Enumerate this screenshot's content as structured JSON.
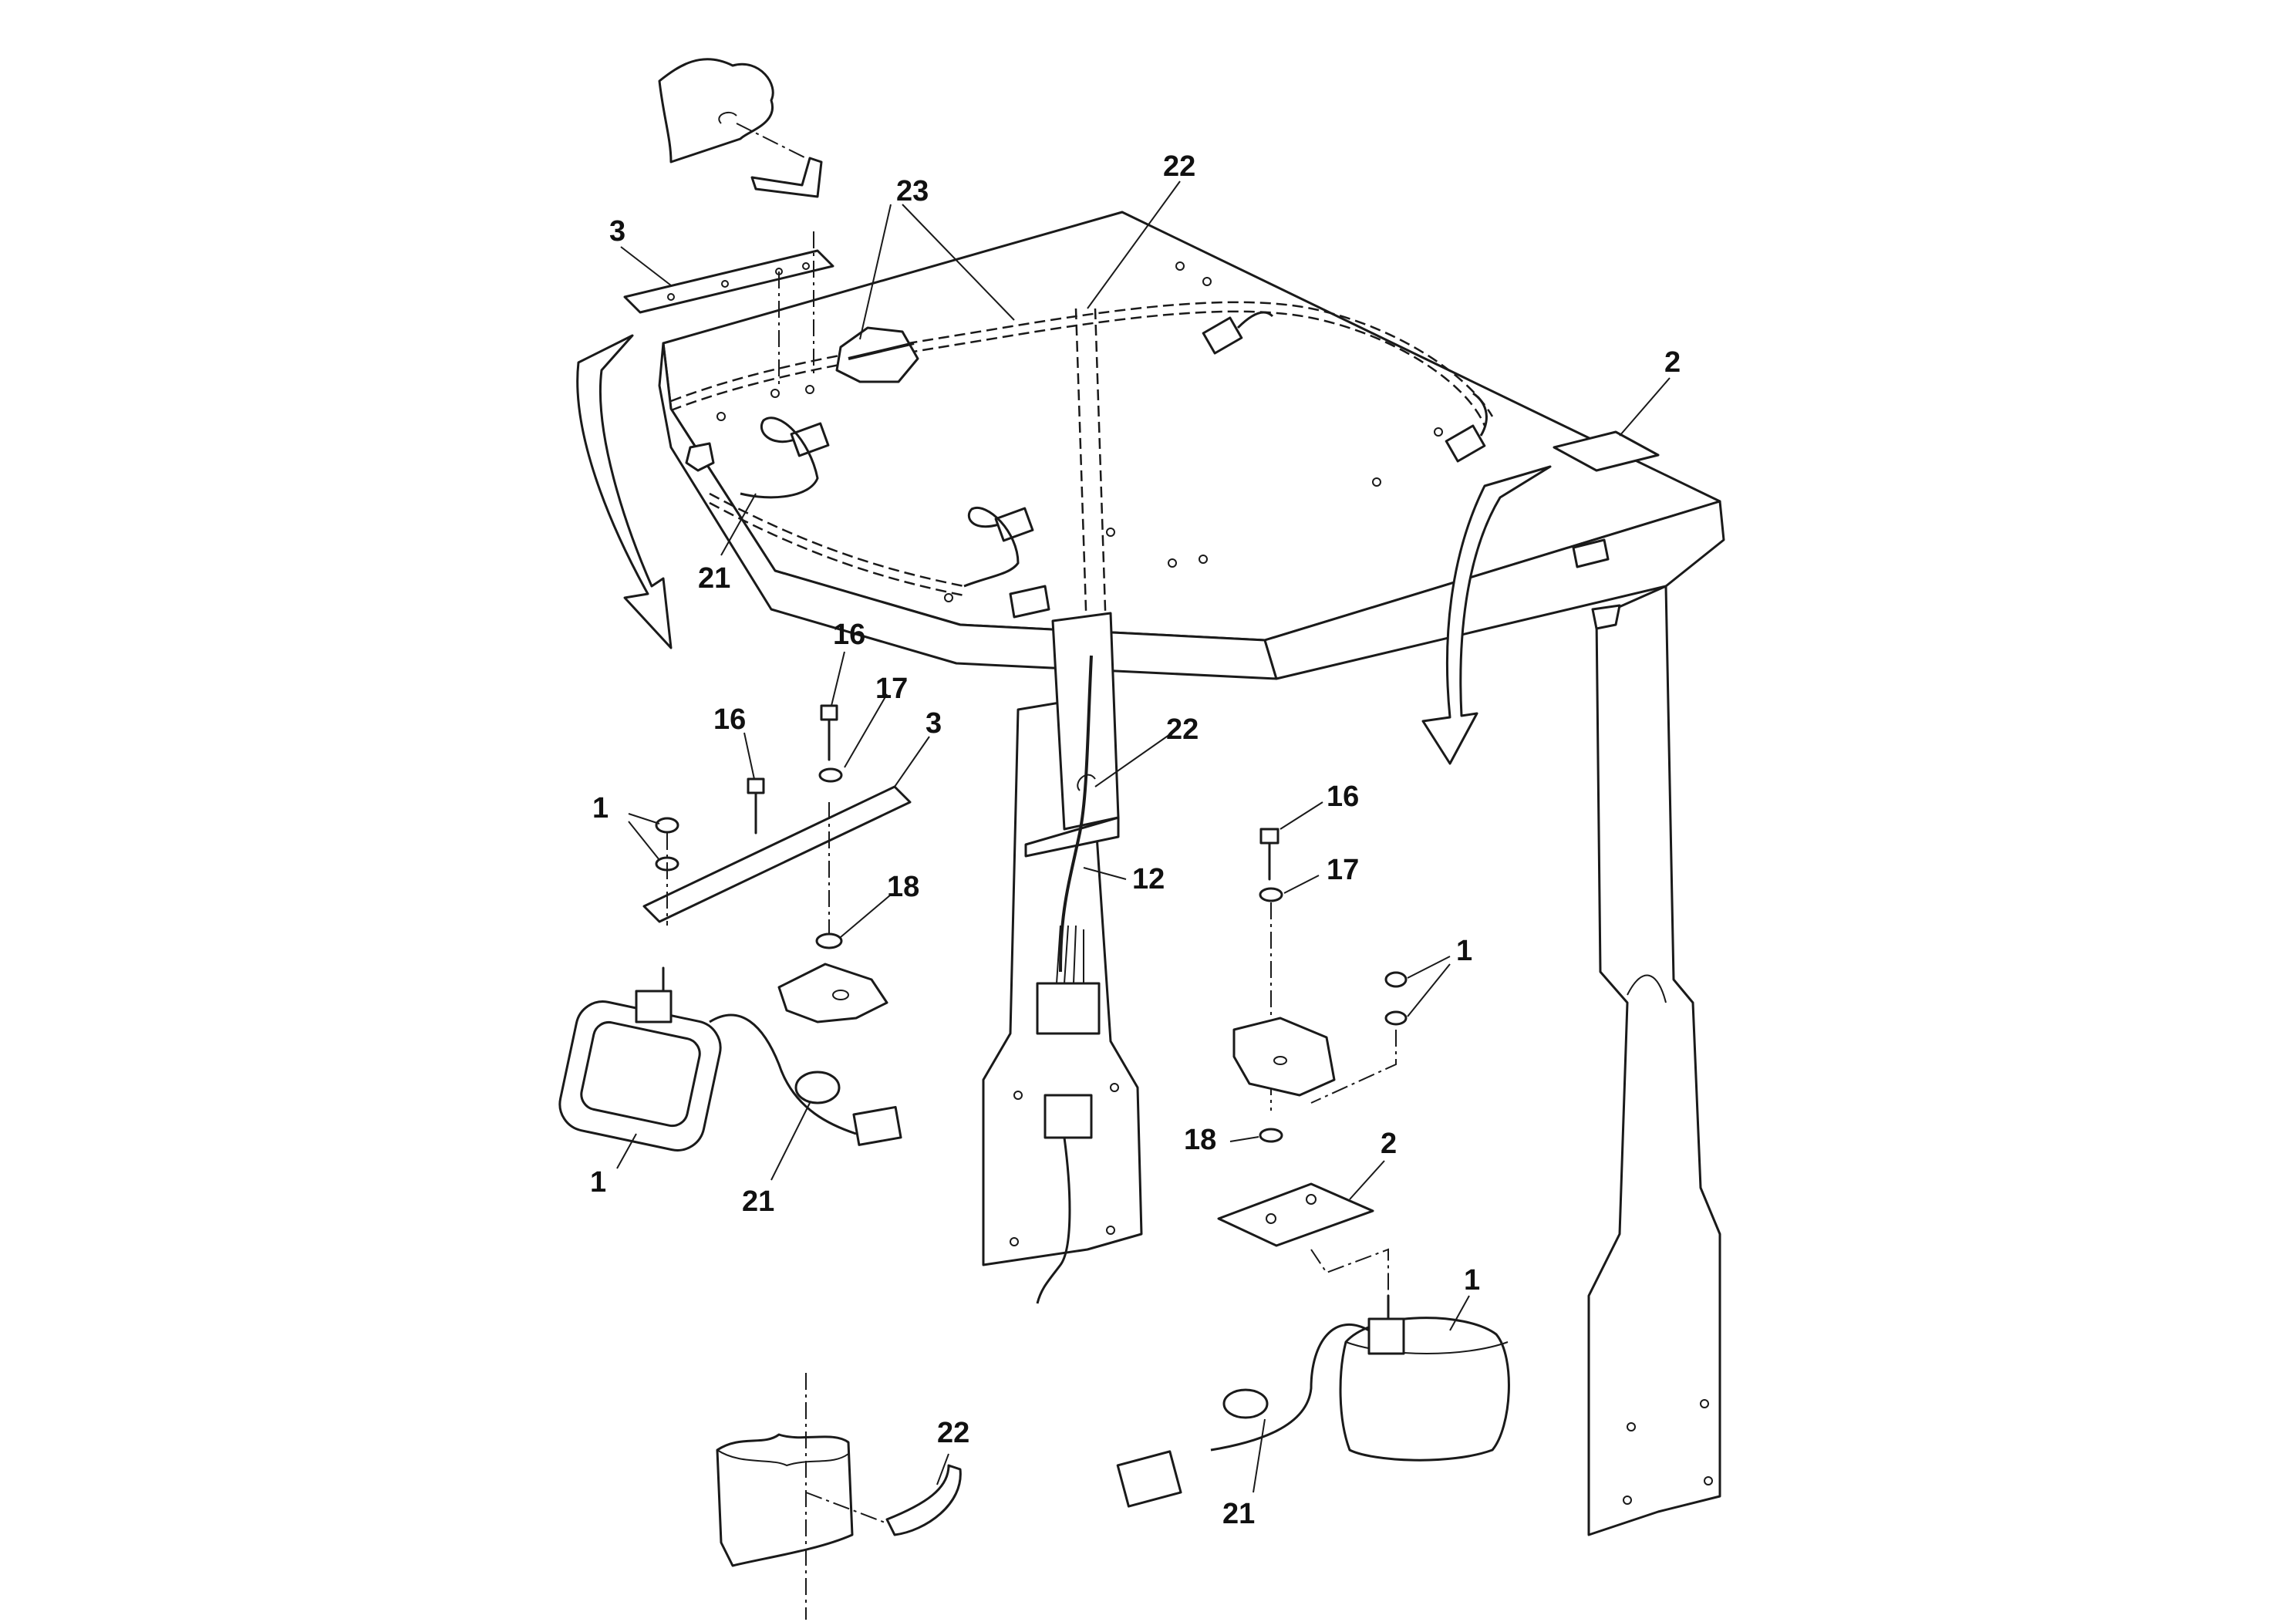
{
  "diagram": {
    "callouts": [
      "23",
      "22",
      "3",
      "2",
      "21",
      "16",
      "17",
      "16",
      "3",
      "1",
      "22",
      "12",
      "18",
      "1",
      "21",
      "16",
      "17",
      "1",
      "18",
      "2",
      "1",
      "22",
      "21"
    ]
  },
  "colors": {
    "line": "#1a1a1a",
    "background": "#ffffff"
  }
}
